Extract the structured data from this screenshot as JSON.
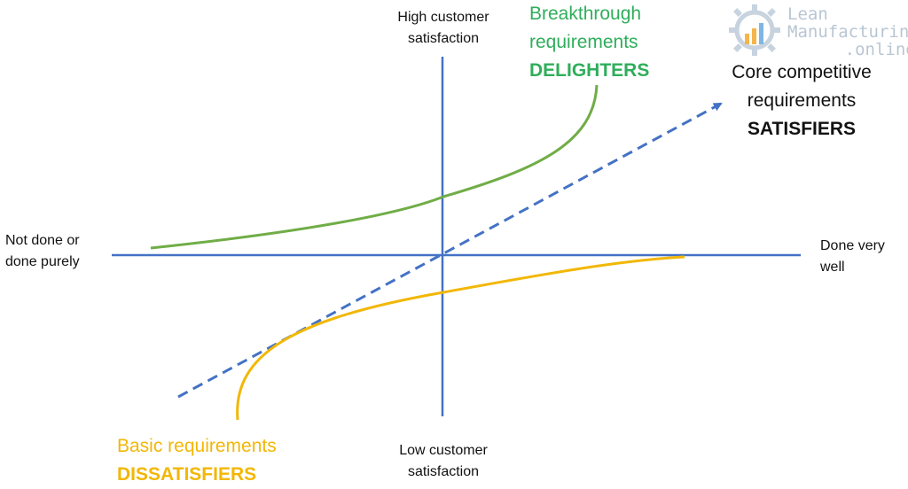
{
  "axes": {
    "top_label": [
      "High customer",
      "satisfaction"
    ],
    "bottom_label": [
      "Low customer",
      "satisfaction"
    ],
    "left_label": [
      "Not done or",
      "done purely"
    ],
    "right_label": [
      "Done very",
      "well"
    ]
  },
  "curves": {
    "delighters": {
      "lines": [
        "Breakthrough",
        "requirements"
      ],
      "tag": "DELIGHTERS",
      "color": "#70ad47"
    },
    "satisfiers": {
      "lines": [
        "Core competitive",
        "requirements"
      ],
      "tag": "SATISFIERS",
      "color": "#4472c4"
    },
    "dissatisfiers": {
      "line": "Basic requirements",
      "tag": "DISSATISFIERS",
      "color": "#f2b705"
    }
  },
  "colors": {
    "axis": "#4472c4",
    "delighters_text": "#2fae5b",
    "dissatisfiers_text": "#f2b705"
  },
  "logo": {
    "words": [
      "Lean",
      "Manufacturing",
      ".online"
    ],
    "icon": "gear-chart-icon"
  }
}
